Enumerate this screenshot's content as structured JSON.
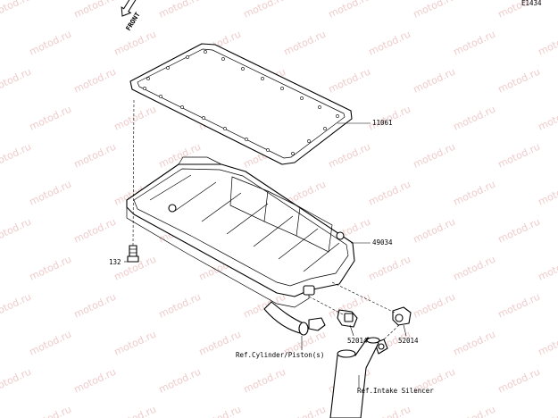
{
  "diagram_code": "E1434",
  "front_label": "FRONT",
  "watermark": "motod.ru",
  "callouts": {
    "gasket": "11061",
    "oil_pan": "49034",
    "bolt": "132",
    "fitting_left": "52014",
    "fitting_right": "52014"
  },
  "references": {
    "cylinder": "Ref.Cylinder/Piston(s)",
    "silencer": "Ref.Intake Silencer"
  }
}
